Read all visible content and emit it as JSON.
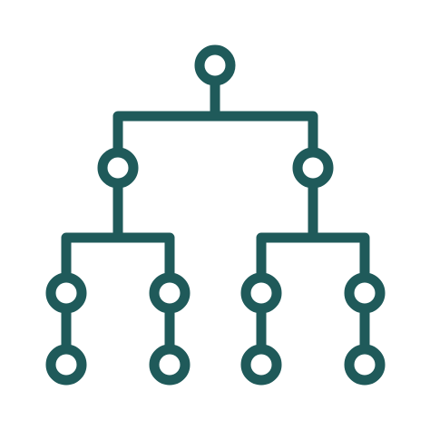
{
  "icon": {
    "name": "hierarchy-tree-icon",
    "stroke_color": "#1f5a5a",
    "background_color": "#ffffff",
    "levels": [
      {
        "level": 0,
        "node_count": 1
      },
      {
        "level": 1,
        "node_count": 2
      },
      {
        "level": 2,
        "node_count": 4
      },
      {
        "level": 3,
        "node_count": 4
      }
    ]
  }
}
